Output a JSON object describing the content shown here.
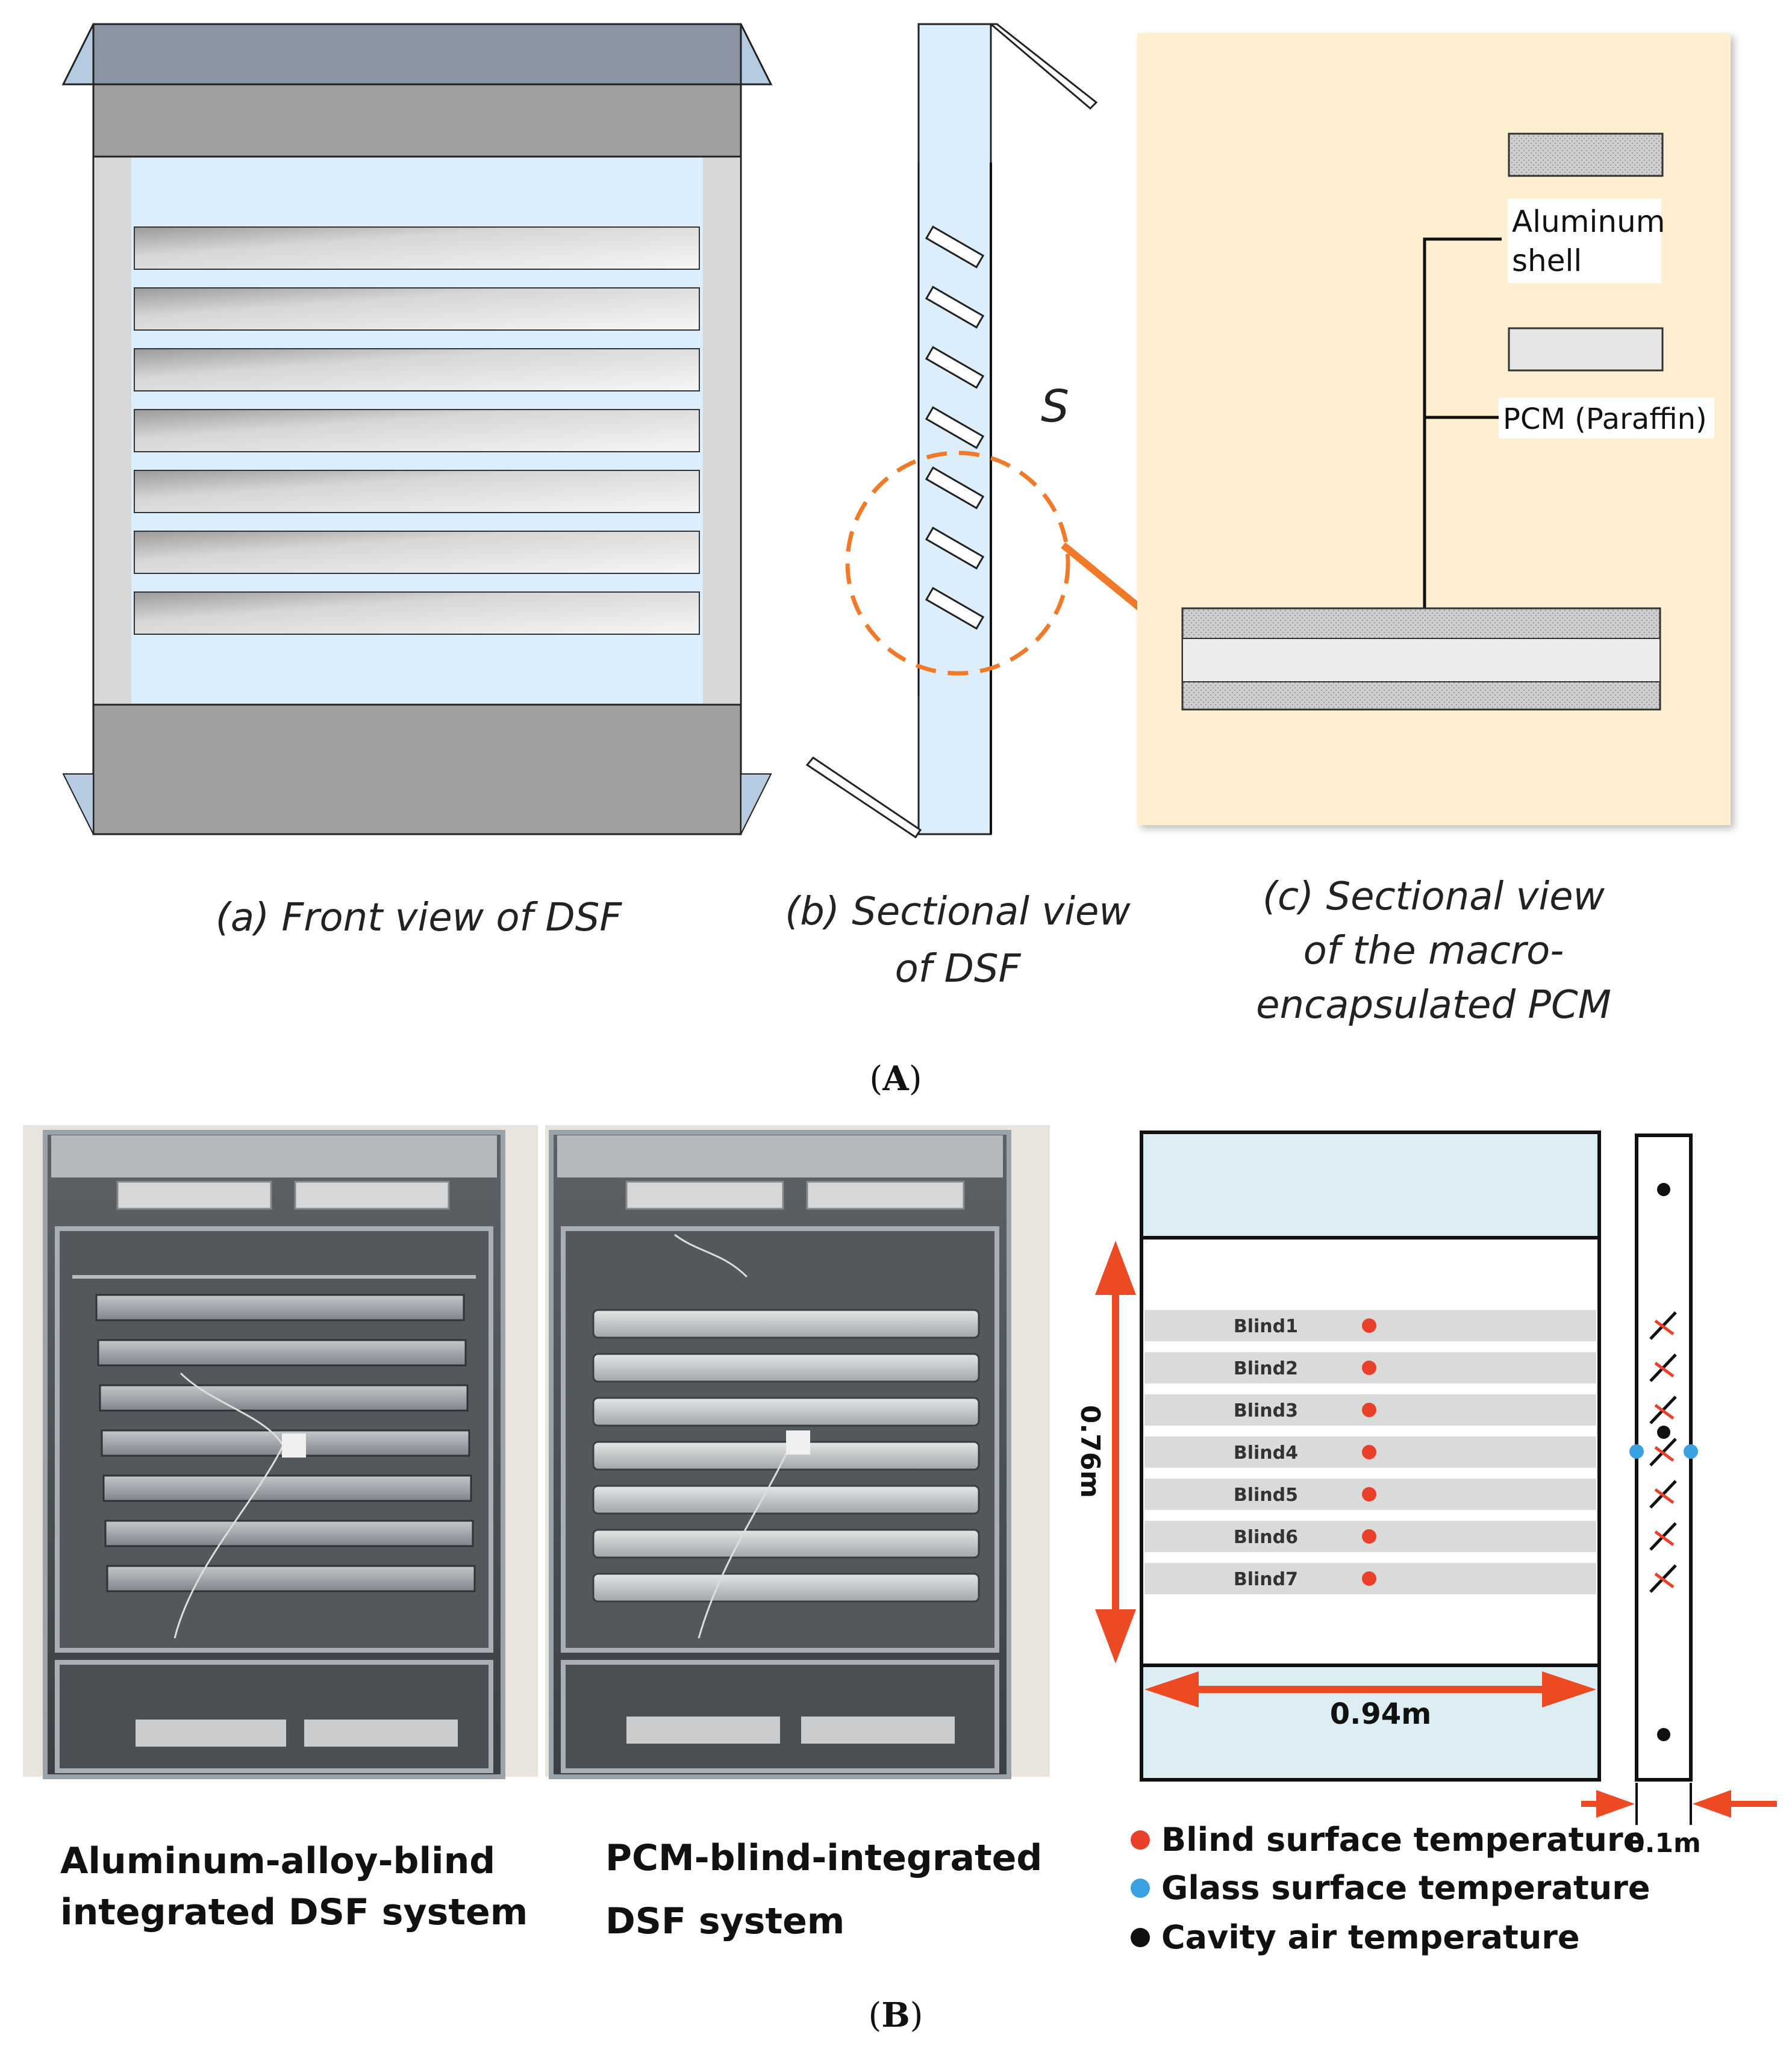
{
  "panel_A": {
    "label_prefix": "(",
    "label_letter": "A",
    "label_suffix": ")",
    "front_view_caption": "(a) Front view of DSF",
    "sectional_caption_line1": "(b) Sectional view",
    "sectional_caption_line2": "of DSF",
    "pcm_caption_line1": "(c) Sectional view",
    "pcm_caption_line2": "of the macro-",
    "pcm_caption_line3": "encapsulated PCM",
    "spacing_label": "S",
    "aluminum_label_line1": "Aluminum",
    "aluminum_label_line2": "shell",
    "pcm_label": "PCM (Paraffin)"
  },
  "panel_B": {
    "label_prefix": "(",
    "label_letter": "B",
    "label_suffix": ")",
    "photo1_caption_line1": "Aluminum-alloy-blind",
    "photo1_caption_line2": "integrated DSF system",
    "photo2_caption_line1": "PCM-blind-integrated",
    "photo2_caption_line2": "DSF system",
    "blinds": [
      "Blind1",
      "Blind2",
      "Blind3",
      "Blind4",
      "Blind5",
      "Blind6",
      "Blind7"
    ],
    "height_dim": "0.76m",
    "width_dim": "0.94m",
    "depth_dim": "0.1m",
    "legend": [
      {
        "label": "Blind surface temperature",
        "color": "#e8402a"
      },
      {
        "label": "Glass surface temperature",
        "color": "#3aa1e0"
      },
      {
        "label": "Cavity air temperature",
        "color": "#111111"
      }
    ]
  },
  "colors": {
    "accent_orange": "#f07a2a",
    "arrow_red": "#ec4a23",
    "glass_blue": "#dbeefc",
    "panel_yellow": "#fdefcf",
    "frame_gray": "#a9a9a9"
  }
}
